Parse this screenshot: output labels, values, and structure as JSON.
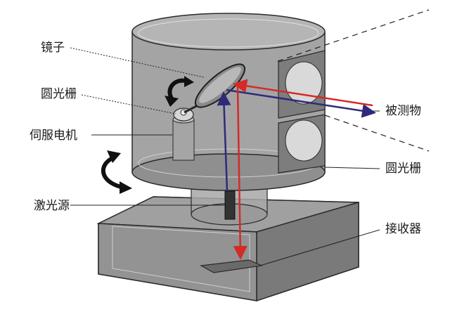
{
  "labels": {
    "mirror": "镜子",
    "grating_left": "圆光栅",
    "servo_motor": "伺服电机",
    "laser_source": "激光源",
    "measured_object": "被测物",
    "grating_right": "圆光栅",
    "receiver": "接收器"
  },
  "colors": {
    "housing_fill": "#9a9a9a",
    "housing_dark": "#6f6f6f",
    "base_fill": "#8c8c8c",
    "outline": "#2a2a2a",
    "window_frame": "#7d7d7d",
    "window_glass": "#d9d9d9",
    "emitted_beam": "#d42a2a",
    "returned_beam": "#2e2a7a",
    "leader_line": "#222222",
    "rotation_arrow": "#111111"
  },
  "icons": [
    "rotation-arrow-icon",
    "rotation-arrow-icon"
  ]
}
